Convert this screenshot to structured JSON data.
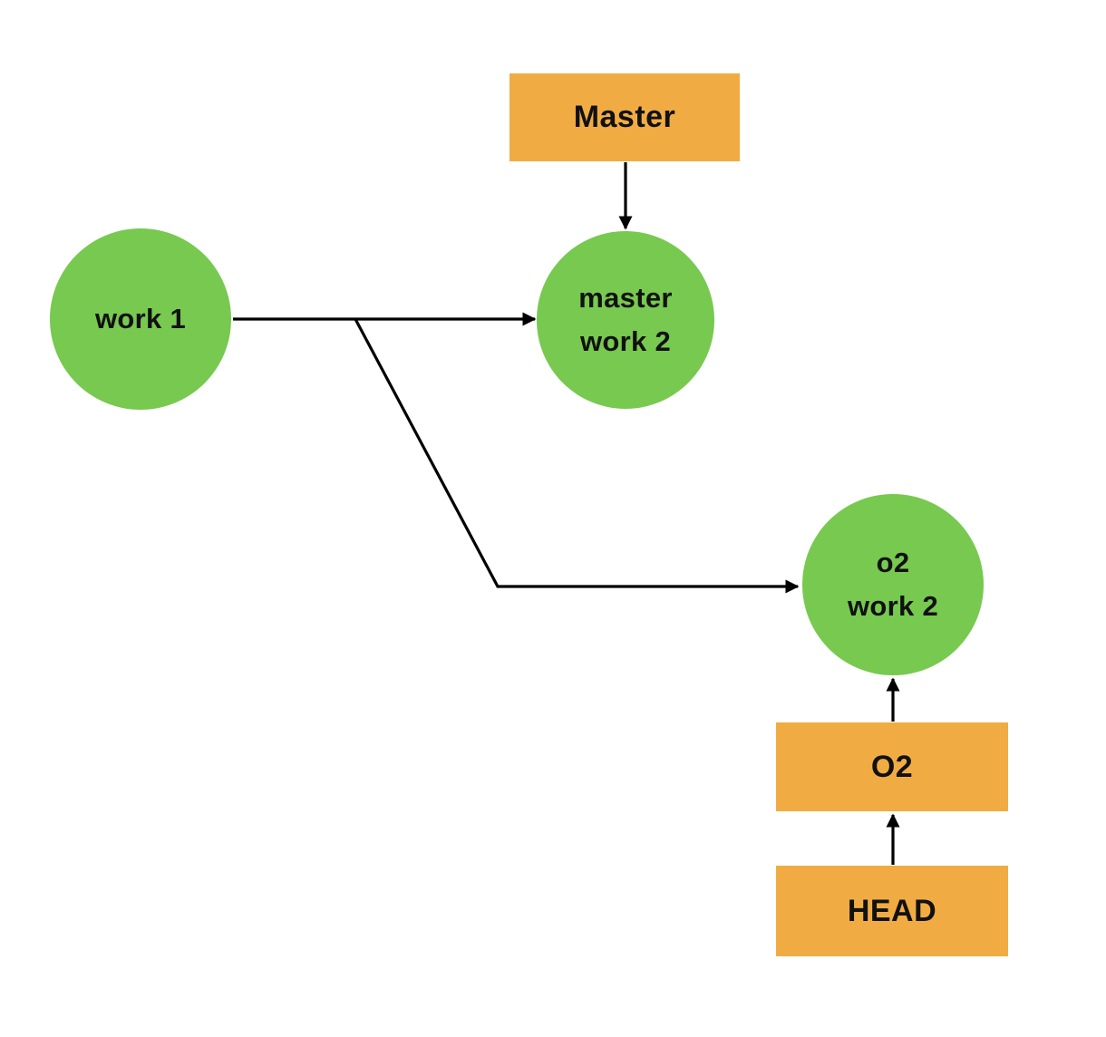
{
  "diagram": {
    "type": "git-branch-diagram",
    "nodes": {
      "master_pointer": {
        "label": "Master",
        "shape": "rect",
        "color": "#F0AC43"
      },
      "o2_pointer": {
        "label": "O2",
        "shape": "rect",
        "color": "#F0AC43"
      },
      "head_pointer": {
        "label": "HEAD",
        "shape": "rect",
        "color": "#F0AC43"
      },
      "work1": {
        "label": "work 1",
        "shape": "circle",
        "color": "#77C94F"
      },
      "master_work2": {
        "line1": "master",
        "line2": "work 2",
        "shape": "circle",
        "color": "#77C94F"
      },
      "o2_work2": {
        "line1": "o2",
        "line2": "work 2",
        "shape": "circle",
        "color": "#77C94F"
      }
    },
    "edges": [
      {
        "from": "work1",
        "to": "master_work2",
        "style": "arrow"
      },
      {
        "from": "work1",
        "to": "o2_work2",
        "style": "arrow-branched"
      },
      {
        "from": "master_pointer",
        "to": "master_work2",
        "style": "arrow"
      },
      {
        "from": "o2_pointer",
        "to": "o2_work2",
        "style": "arrow"
      },
      {
        "from": "head_pointer",
        "to": "o2_pointer",
        "style": "arrow"
      }
    ],
    "colors": {
      "commit_green": "#77C94F",
      "pointer_orange": "#F0AC43",
      "edge_black": "#000000",
      "background": "#ffffff"
    }
  }
}
